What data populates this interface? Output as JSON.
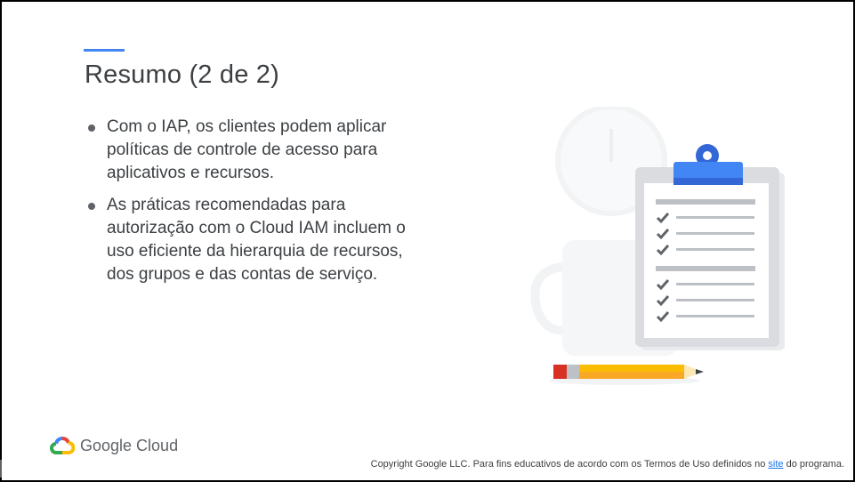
{
  "slide": {
    "title": "Resumo (2 de 2)",
    "bullets": [
      "Com o IAP, os clientes podem aplicar políticas de controle de acesso para aplicativos e recursos.",
      "As práticas recomendadas para autorização com o Cloud IAM incluem o uso eficiente da hierarquia de recursos, dos grupos e das contas de serviço."
    ]
  },
  "branding": {
    "logo_text": "Google Cloud",
    "logo_colors": [
      "#ea4335",
      "#4285f4",
      "#34a853",
      "#fbbc04"
    ]
  },
  "footer": {
    "text_before": "Copyright Google LLC. Para fins educativos de acordo com os Termos de Uso definidos no ",
    "link_text": "site",
    "text_after": " do programa."
  },
  "corner_tab": {
    "label": "o"
  },
  "colors": {
    "accent": "#4285f4",
    "clip": "#3367d6",
    "pencil": "#fbbc04",
    "eraser": "#d93025"
  }
}
